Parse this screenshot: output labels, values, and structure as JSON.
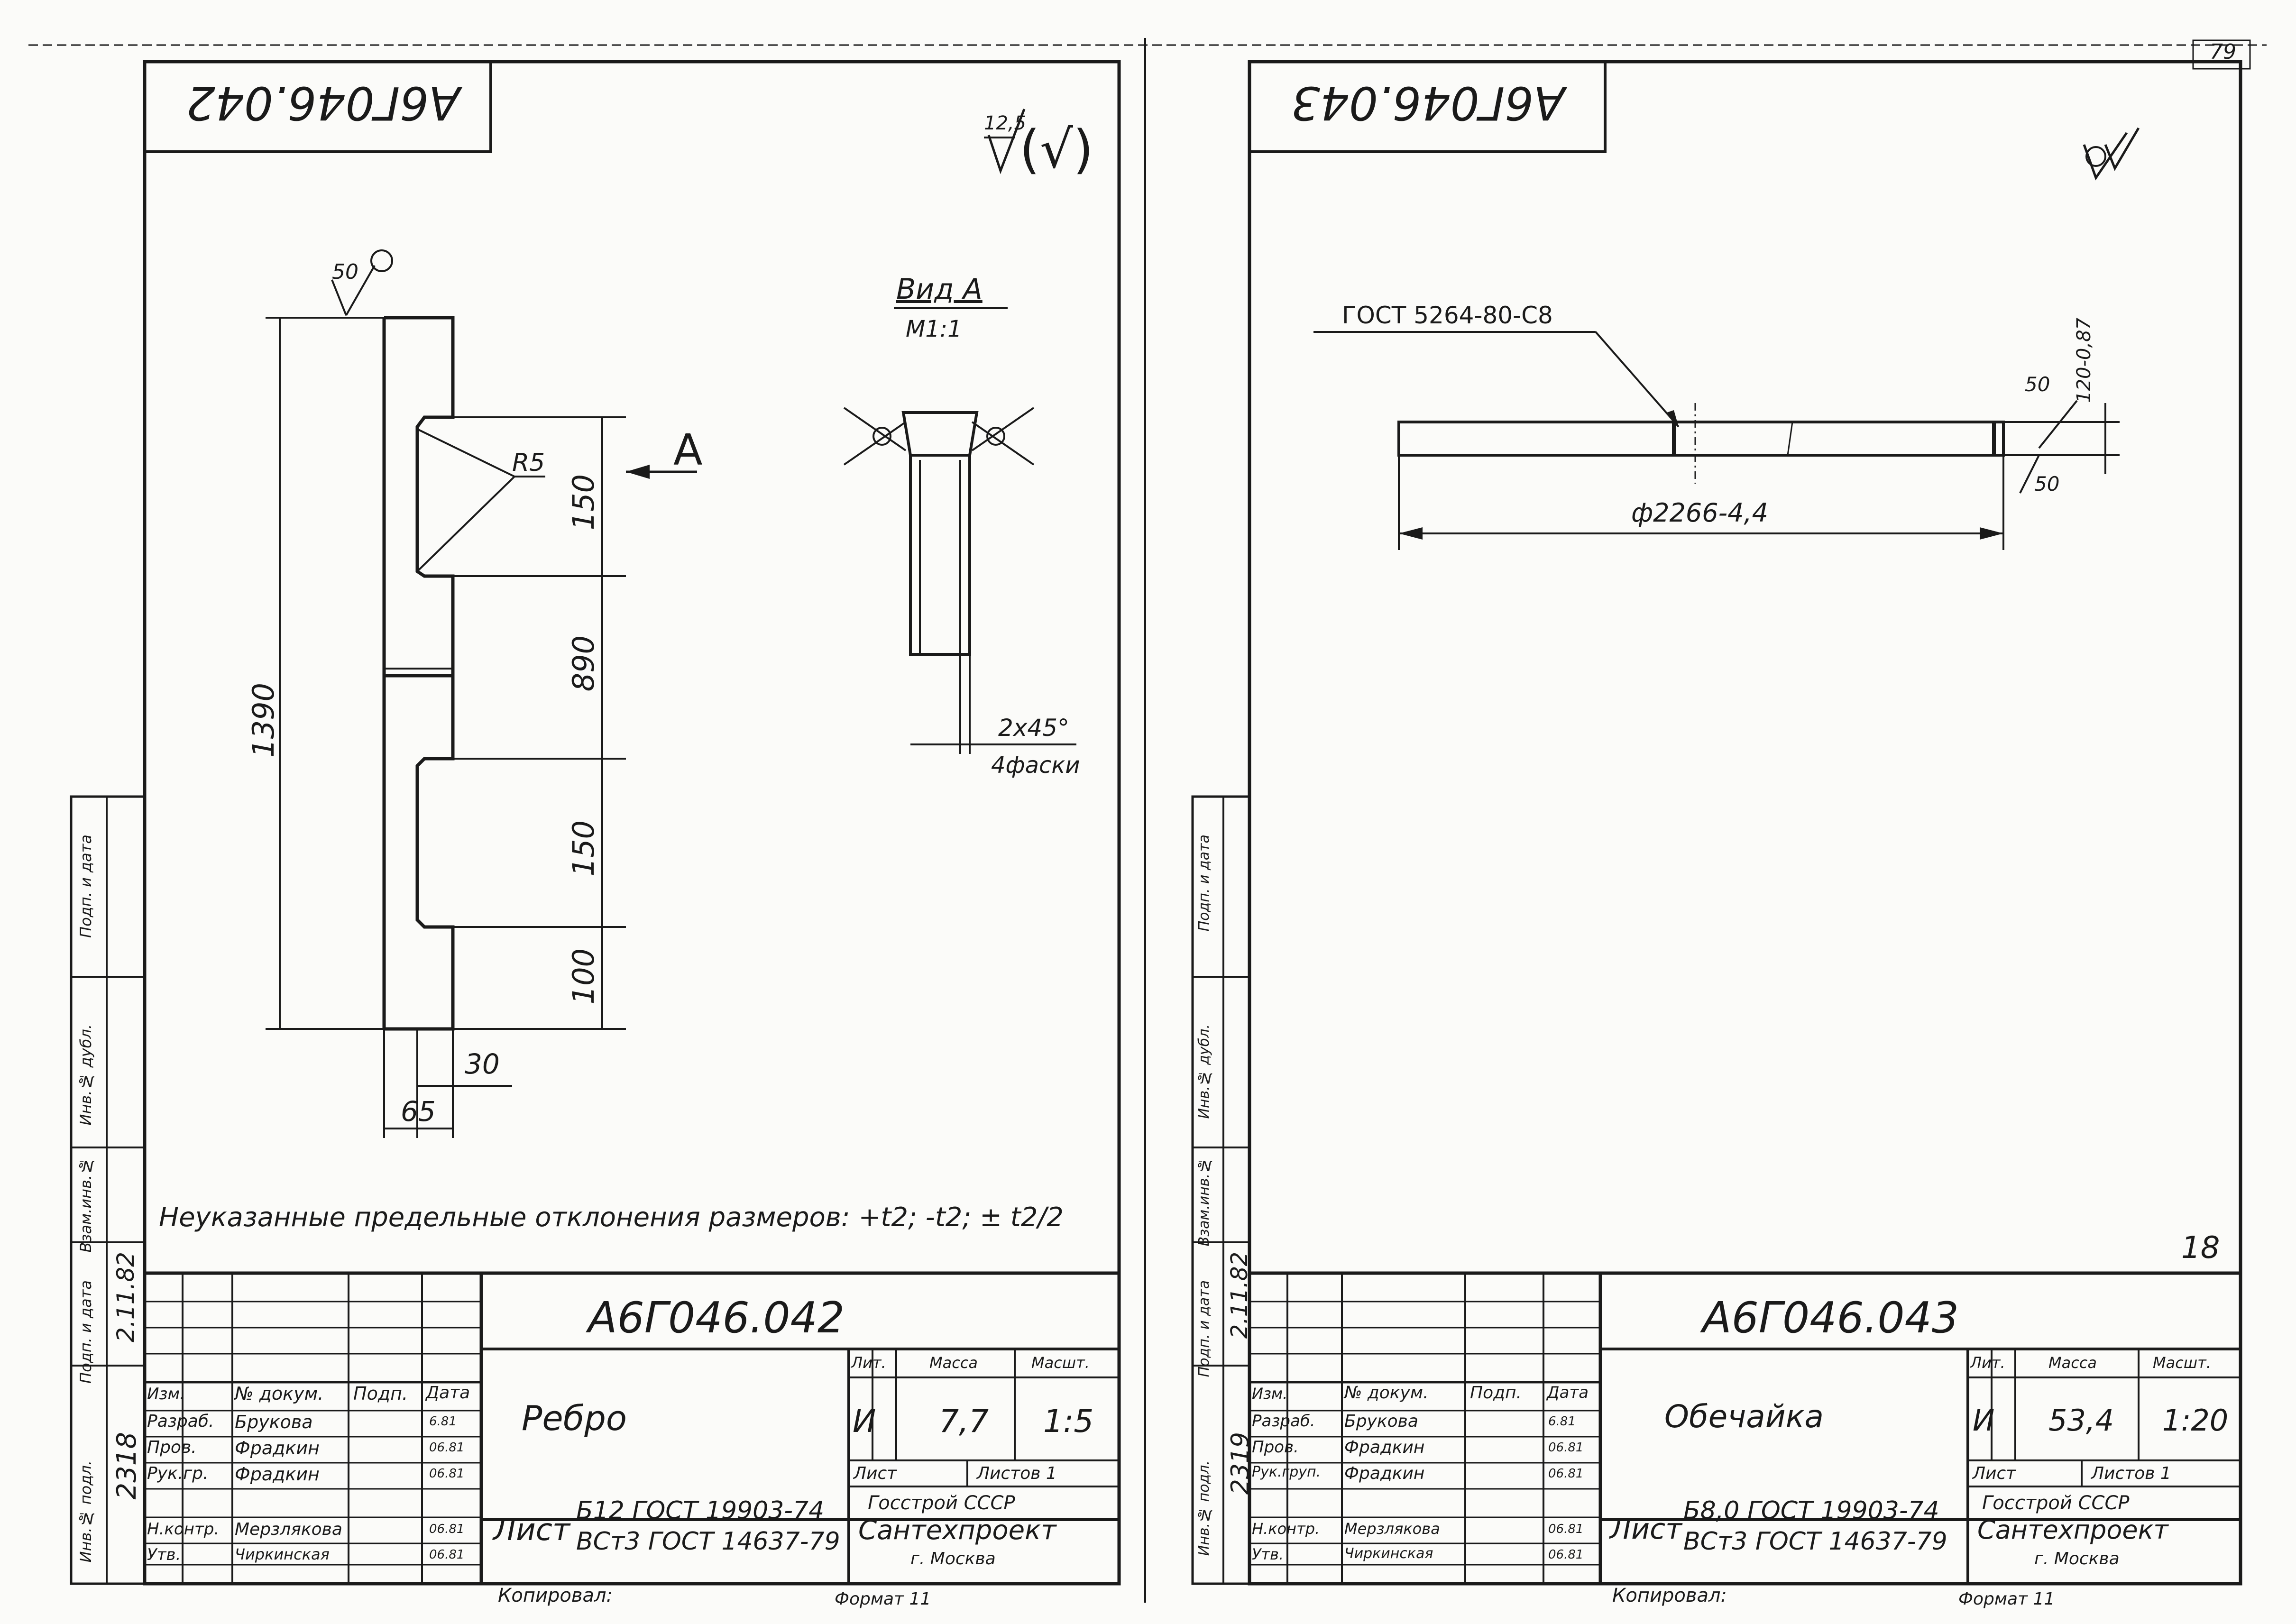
{
  "left_sheet": {
    "code_rotated": "А6Г046.042",
    "roughness": "12,5",
    "weld_left": "50",
    "view_label": "Вид А",
    "view_scale": "М1:1",
    "section_arrow_label": "А",
    "radius_label": "R5",
    "dims": {
      "d150a": "150",
      "d890": "890",
      "d150b": "150",
      "d100": "100",
      "d1390": "1390",
      "d30": "30",
      "d65": "65"
    },
    "chamfer_dim": "2х45°",
    "chamfer_note": "4фаски",
    "tolerance_note": "Неуказанные предельные отклонения размеров: +t2; -t2; ± t2/2",
    "title_code": "А6Г046.042",
    "part_name": "Ребро",
    "lit_label": "Лит.",
    "lit_value": "И",
    "mass_label": "Масса",
    "mass_value": "7,7",
    "scale_label": "Масшт.",
    "scale_value": "1:5",
    "sheet_label": "Лист",
    "sheets_label": "Листов 1",
    "material_sheet": "Лист",
    "material_line1": "Б12 ГОСТ 19903-74",
    "material_line2": "ВСт3 ГОСТ 14637-79",
    "org_line1": "Госстрой СССР",
    "org_line2": "Сантехпроект",
    "org_line3": "г. Москва",
    "copied": "Копировал: ",
    "format": "Формат 11",
    "stamp_rows": [
      {
        "role": "Изм.",
        "doc": "№ докум.",
        "sign": "Подп.",
        "date": "Дата"
      },
      {
        "role": "Разраб.",
        "name": "Брукова",
        "date": "6.81"
      },
      {
        "role": "Пров.",
        "name": "Фрадкин",
        "date": "06.81"
      },
      {
        "role": "Рук.гр.",
        "name": "Фрадкин",
        "date": "06.81"
      },
      {
        "role": "Н.контр.",
        "name": "Мерзлякова",
        "date": "06.81"
      },
      {
        "role": "Утв.",
        "name": "Чиркинская",
        "date": "06.81"
      }
    ],
    "side_inv": "2318",
    "side_date": "2.11.82",
    "side_labels": [
      "Инв.№ подл.",
      "Подп. и дата",
      "Взам.инв.№",
      "Инв.№ дубл.",
      "Подп. и дата"
    ]
  },
  "right_sheet": {
    "code_rotated": "А6Г046.043",
    "weld_label": "ГОСТ 5264-80-С8",
    "dim_height": "120-0,87",
    "weld_right_top": "50",
    "weld_right_bottom": "50",
    "diameter": "ф2266-4,4",
    "title_code": "А6Г046.043",
    "part_name": "Обечайка",
    "lit_label": "Лит.",
    "lit_value": "И",
    "mass_label": "Масса",
    "mass_value": "53,4",
    "scale_label": "Масшт.",
    "scale_value": "1:20",
    "sheet_label": "Лист",
    "sheets_label": "Листов 1",
    "material_sheet": "Лист",
    "material_line1": "Б8,0 ГОСТ 19903-74",
    "material_line2": "ВСт3 ГОСТ 14637-79",
    "org_line1": "Госстрой СССР",
    "org_line2": "Сантехпроект",
    "org_line3": "г. Москва",
    "copied": "Копировал: ",
    "format": "Формат 11",
    "stamp_rows": [
      {
        "role": "Изм.",
        "doc": "№ докум.",
        "sign": "Подп.",
        "date": "Дата"
      },
      {
        "role": "Разраб.",
        "name": "Брукова",
        "date": "6.81"
      },
      {
        "role": "Пров.",
        "name": "Фрадкин",
        "date": "06.81"
      },
      {
        "role": "Рук.груп.",
        "name": "Фрадкин",
        "date": "06.81"
      },
      {
        "role": "Н.контр.",
        "name": "Мерзлякова",
        "date": "06.81"
      },
      {
        "role": "Утв.",
        "name": "Чиркинская",
        "date": "06.81"
      }
    ],
    "side_inv": "2319",
    "side_date": "2.11.82",
    "side_labels": [
      "Инв.№ подл.",
      "Подп. и дата",
      "Взам.инв.№",
      "Инв.№ дубл.",
      "Подп. и дата"
    ],
    "page_number": "18"
  },
  "corner_number": "79"
}
